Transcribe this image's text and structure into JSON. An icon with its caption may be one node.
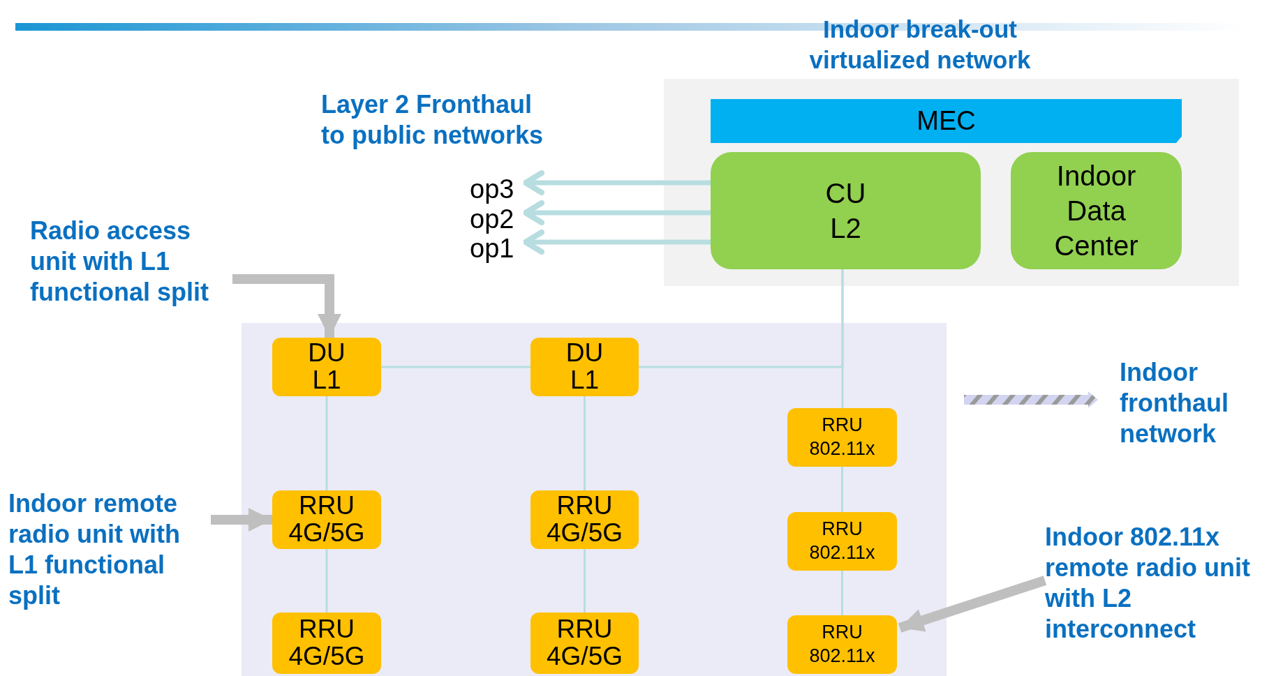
{
  "diagram": {
    "nodes": [
      {
        "text": [
          "Indoor break-out virtualized network"
        ]
      },
      {
        "text": [
          "MEC"
        ],
        "in": 0
      },
      {
        "text": [
          "CU",
          "L2"
        ],
        "in": 0
      },
      {
        "text": [
          "Indoor Data Center"
        ],
        "in": 0
      },
      {
        "text": [
          "op3"
        ]
      },
      {
        "text": [
          "op2"
        ]
      },
      {
        "text": [
          "op1"
        ]
      },
      {
        "text": [
          "Radio access unit with L1 functional split"
        ]
      },
      {
        "text": [
          "Indoor remote radio unit with L1 functional split"
        ]
      },
      {
        "text": [],
        "shape": "box"
      },
      {
        "text": [
          "DU",
          "L1"
        ],
        "in": 9
      },
      {
        "text": [
          "DU",
          "L1"
        ],
        "in": 9
      },
      {
        "text": [
          "RRU",
          "802.11x"
        ],
        "in": 9
      },
      {
        "text": [
          "RRU",
          "4G/5G"
        ],
        "in": 9
      },
      {
        "text": [
          "RRU",
          "4G/5G"
        ],
        "in": 9
      },
      {
        "text": [
          "RRU",
          "802.11x"
        ],
        "in": 9
      },
      {
        "text": [
          "RRU",
          "4G/5G"
        ],
        "in": 9
      },
      {
        "text": [
          "RRU",
          "4G/5G"
        ],
        "in": 9
      },
      {
        "text": [
          "RRU",
          "802.11x"
        ],
        "in": 9
      },
      {
        "text": [
          "Indoor 802.11x remote radio unit with L2 interconnect"
        ]
      }
    ],
    "edges": [
      {
        "from": 2,
        "to": 4,
        "arrow": "to",
        "style": "thick"
      },
      {
        "from": 2,
        "to": 5,
        "arrow": "to",
        "style": "thick"
      },
      {
        "from": 2,
        "to": 6,
        "arrow": "to",
        "style": "thick"
      },
      {
        "from": 7,
        "to": 10,
        "arrow": "to",
        "style": "thick",
        "color": "#bfbfbf"
      },
      {
        "from": 8,
        "to": 13,
        "arrow": "to",
        "style": "thick",
        "color": "#bfbfbf"
      },
      {
        "from": 19,
        "to": 18,
        "arrow": "to",
        "style": "thick",
        "color": "#bfbfbf"
      },
      {
        "from": 10,
        "to": 11,
        "arrow": "none"
      },
      {
        "from": 11,
        "to": 2,
        "arrow": "none"
      },
      {
        "from": 2,
        "to": 12,
        "arrow": "none"
      },
      {
        "from": 12,
        "to": 15,
        "arrow": "none"
      },
      {
        "from": 15,
        "to": 18,
        "arrow": "none"
      },
      {
        "from": 10,
        "to": 13,
        "arrow": "none"
      },
      {
        "from": 13,
        "to": 16,
        "arrow": "none"
      },
      {
        "from": 11,
        "to": 14,
        "arrow": "none"
      },
      {
        "from": 14,
        "to": 17,
        "arrow": "none"
      }
    ],
    "labels": [
      "Layer 2 Fronthaul to public networks"
    ],
    "legend": [
      {
        "text": "Indoor fronthaul network"
      }
    ]
  }
}
